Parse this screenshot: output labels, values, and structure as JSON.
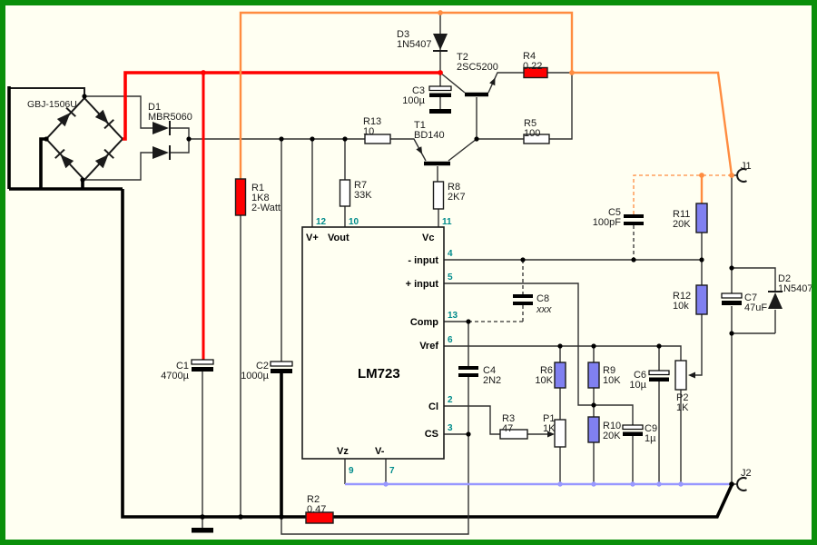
{
  "ic": {
    "name": "LM723",
    "pins": {
      "p12": {
        "num": "12",
        "label": "V+"
      },
      "p10": {
        "num": "10",
        "label": "Vout"
      },
      "p11": {
        "num": "11",
        "label": "Vc"
      },
      "p4": {
        "num": "4",
        "label": "- input"
      },
      "p5": {
        "num": "5",
        "label": "+ input"
      },
      "p13": {
        "num": "13",
        "label": "Comp"
      },
      "p6": {
        "num": "6",
        "label": "Vref"
      },
      "p2": {
        "num": "2",
        "label": "Cl"
      },
      "p3": {
        "num": "3",
        "label": "CS"
      },
      "p9": {
        "num": "9",
        "label": "Vz"
      },
      "p7": {
        "num": "7",
        "label": "V-"
      }
    }
  },
  "components": {
    "bridge": {
      "value": "GBJ-1506U"
    },
    "d1": {
      "ref": "D1",
      "value": "MBR5060"
    },
    "d2": {
      "ref": "D2",
      "value": "1N5407"
    },
    "d3": {
      "ref": "D3",
      "value": "1N5407"
    },
    "t1": {
      "ref": "T1",
      "value": "BD140"
    },
    "t2": {
      "ref": "T2",
      "value": "2SC5200"
    },
    "r1": {
      "ref": "R1",
      "value": "1K8",
      "note": "2-Watt"
    },
    "r2": {
      "ref": "R2",
      "value": "0.47"
    },
    "r3": {
      "ref": "R3",
      "value": "47"
    },
    "r4": {
      "ref": "R4",
      "value": "0.22"
    },
    "r5": {
      "ref": "R5",
      "value": "100"
    },
    "r6": {
      "ref": "R6",
      "value": "10K"
    },
    "r7": {
      "ref": "R7",
      "value": "33K"
    },
    "r8": {
      "ref": "R8",
      "value": "2K7"
    },
    "r9": {
      "ref": "R9",
      "value": "10K"
    },
    "r10": {
      "ref": "R10",
      "value": "20K"
    },
    "r11": {
      "ref": "R11",
      "value": "20K"
    },
    "r12": {
      "ref": "R12",
      "value": "10k"
    },
    "r13": {
      "ref": "R13",
      "value": "10"
    },
    "p1": {
      "ref": "P1",
      "value": "1K"
    },
    "p2": {
      "ref": "P2",
      "value": "1K"
    },
    "c1": {
      "ref": "C1",
      "value": "4700µ"
    },
    "c2": {
      "ref": "C2",
      "value": "1000µ"
    },
    "c3": {
      "ref": "C3",
      "value": "100µ"
    },
    "c4": {
      "ref": "C4",
      "value": "2N2"
    },
    "c5": {
      "ref": "C5",
      "value": "100pF"
    },
    "c6": {
      "ref": "C6",
      "value": "10µ"
    },
    "c7": {
      "ref": "C7",
      "value": "47uF"
    },
    "c8": {
      "ref": "C8",
      "value": "xxx"
    },
    "c9": {
      "ref": "C9",
      "value": "1µ"
    },
    "j1": {
      "ref": "J1"
    },
    "j2": {
      "ref": "J2"
    }
  },
  "colors": {
    "background": "#fffff2",
    "border_green": "#0a8f0a",
    "wire_red": "#ff0000",
    "wire_orange": "#ff8c40",
    "wire_blue": "#9898ff",
    "resistor_blue": "#8080f0",
    "pin_number": "#008b8b"
  }
}
